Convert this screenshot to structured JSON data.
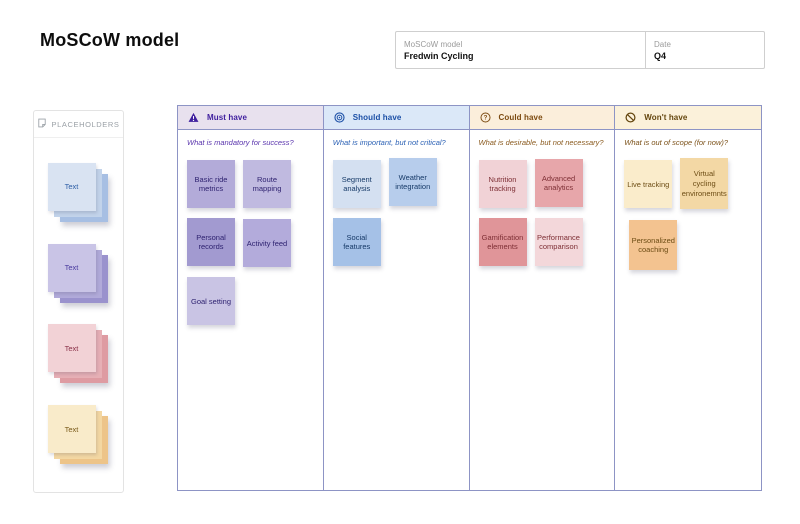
{
  "page": {
    "title": "MoSCoW model"
  },
  "form": {
    "fields": [
      {
        "label": "MoSCoW model",
        "value": "Fredwin Cycling"
      },
      {
        "label": "Date",
        "value": "Q4"
      }
    ]
  },
  "sidebar": {
    "title": "PLACEHOLDERS",
    "icon": "sticky-note-icon",
    "stacks": [
      {
        "label": "Text",
        "front": "#d9e3f2",
        "mid": "#c2d3ea",
        "back": "#a7bfe3",
        "text_color": "#2f5fa7"
      },
      {
        "label": "Text",
        "front": "#c9c4e6",
        "mid": "#b1aad9",
        "back": "#9a92cd",
        "text_color": "#4a3b9f"
      },
      {
        "label": "Text",
        "front": "#f2d2d6",
        "mid": "#e6afb5",
        "back": "#de9ba2",
        "text_color": "#8a3148"
      },
      {
        "label": "Text",
        "front": "#f9ebca",
        "mid": "#f3d7a2",
        "back": "#edc489",
        "text_color": "#7a5a1a"
      }
    ]
  },
  "board": {
    "border_color": "#8d94c5",
    "columns": [
      {
        "id": "must-have",
        "label": "Must have",
        "icon": "warning-icon",
        "header_bg": "#e8e1ee",
        "header_color": "#3f1f9e",
        "question": "What is mandatory for success?",
        "question_color": "#5a35ad",
        "note_text_color": "#2e2270",
        "notes": [
          {
            "label": "Basic ride metrics",
            "bg": "#b3abd9"
          },
          {
            "label": "Route mapping",
            "bg": "#c0bae0"
          },
          {
            "label": "Personal records",
            "bg": "#a29ad0"
          },
          {
            "label": "Activity feed",
            "bg": "#b3abdb"
          },
          {
            "label": "Goal setting",
            "bg": "#c9c4e4"
          }
        ]
      },
      {
        "id": "should-have",
        "label": "Should have",
        "icon": "target-icon",
        "header_bg": "#dbe8f8",
        "header_color": "#1b4fa6",
        "question": "What is important, but not critical?",
        "question_color": "#2d62b5",
        "note_text_color": "#173a68",
        "notes": [
          {
            "label": "Segment analysis",
            "bg": "#d4e0f1"
          },
          {
            "label": "Weather integration",
            "bg": "#b7cdec"
          },
          {
            "label": "Social features",
            "bg": "#a5c1e7"
          }
        ]
      },
      {
        "id": "could-have",
        "label": "Could have",
        "icon": "question-icon",
        "header_bg": "#fbeedb",
        "header_color": "#7c4a10",
        "question": "What is desirable, but not necessary?",
        "question_color": "#8a5a1e",
        "note_text_color": "#7e2f35",
        "notes": [
          {
            "label": "Nutrition tracking",
            "bg": "#f1d2d6"
          },
          {
            "label": "Advanced analytics",
            "bg": "#e7a6aa"
          },
          {
            "label": "Gamification elements",
            "bg": "#e09599"
          },
          {
            "label": "Performance comparison",
            "bg": "#f3d7da"
          }
        ]
      },
      {
        "id": "wont-have",
        "label": "Won't have",
        "icon": "no-entry-icon",
        "header_bg": "#fbf1da",
        "header_color": "#64460e",
        "question": "What is out of scope (for now)?",
        "question_color": "#7c521a",
        "note_text_color": "#6d4d15",
        "notes": [
          {
            "label": "Live tracking",
            "bg": "#faeccb"
          },
          {
            "label": "Virtual cycling environemnts",
            "bg": "#f3d8a5"
          },
          {
            "label": "Personalized coaching",
            "bg": "#f3c390"
          }
        ]
      }
    ]
  }
}
